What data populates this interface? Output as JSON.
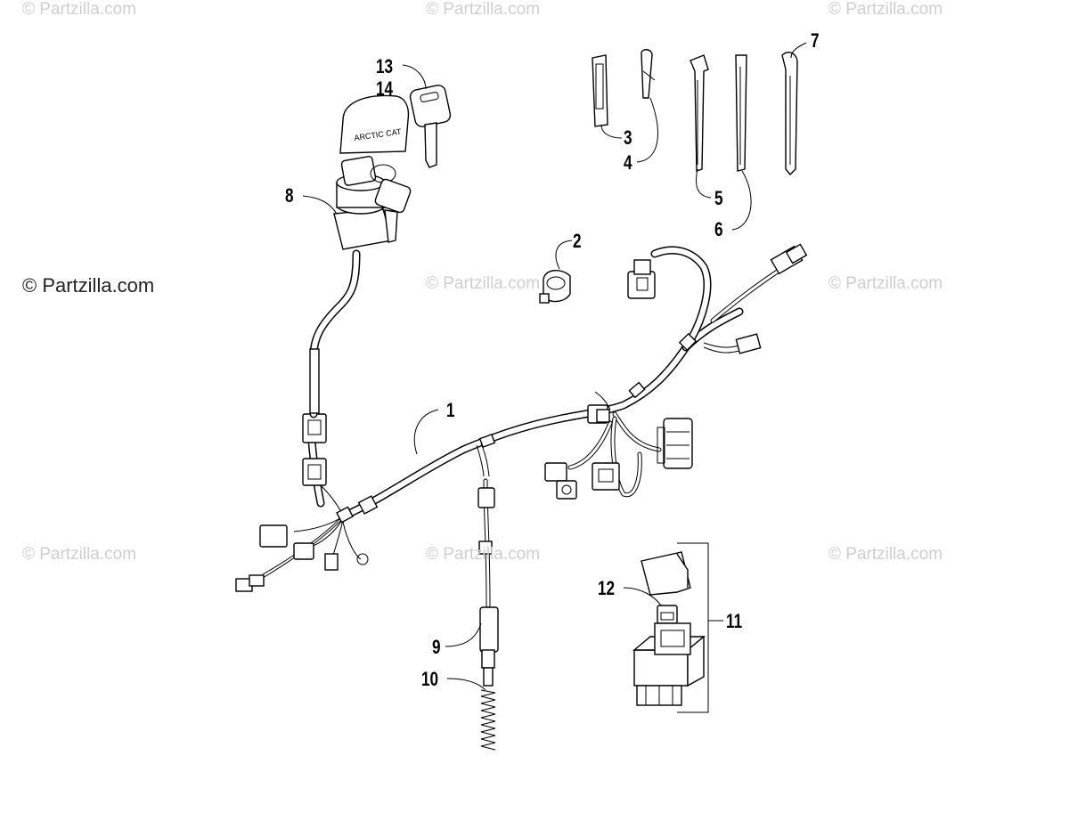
{
  "watermarks": {
    "text": "© Partzilla.com",
    "featured_text": "© Partzilla.com"
  },
  "callouts": {
    "c1": "1",
    "c2": "2",
    "c3": "3",
    "c4": "4",
    "c5": "5",
    "c6": "6",
    "c7": "7",
    "c8": "8",
    "c9": "9",
    "c10": "10",
    "c11": "11",
    "c12": "12",
    "c13": "13",
    "c14": "14"
  },
  "key_fob_text": "ARCTIC CAT"
}
